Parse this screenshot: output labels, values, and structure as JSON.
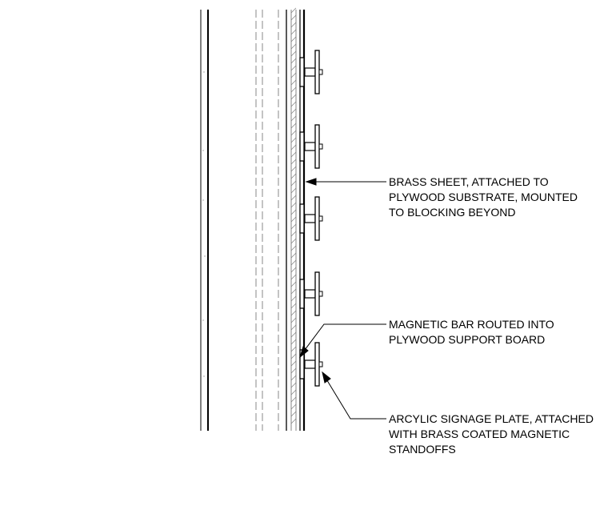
{
  "callouts": {
    "brass_sheet": [
      "BRASS SHEET, ATTACHED TO",
      "PLYWOOD SUBSTRATE, MOUNTED",
      "TO BLOCKING BEYOND"
    ],
    "magnetic_bar": [
      "MAGNETIC BAR ROUTED INTO",
      "PLYWOOD SUPPORT BOARD"
    ],
    "signage_plate": [
      "ARCYLIC SIGNAGE PLATE, ATTACHED",
      "WITH BRASS COATED MAGNETIC",
      "STANDOFFS"
    ]
  },
  "standoff_count": 5,
  "colors": {
    "line": "#000000",
    "hidden_line": "#888888",
    "background": "#ffffff"
  }
}
